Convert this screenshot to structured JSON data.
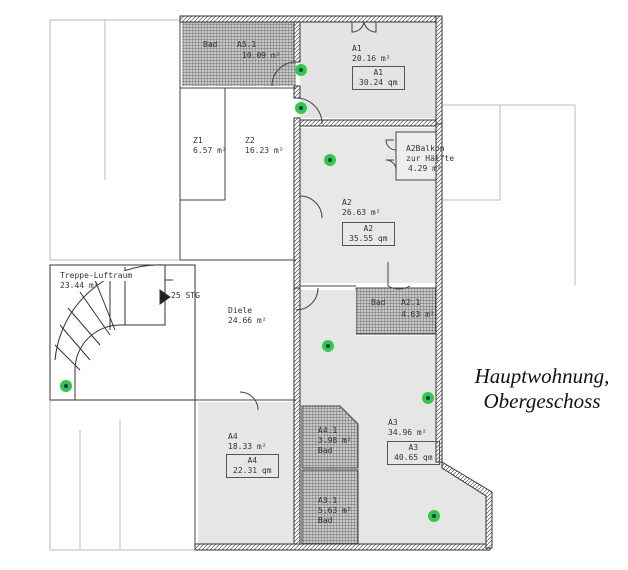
{
  "caption": {
    "line1": "Hauptwohnung,",
    "line2": "Obergeschoss"
  },
  "rooms": {
    "a51": {
      "type": "Bad",
      "name": "A5.1",
      "area": "10.09 m²"
    },
    "a1": {
      "name": "A1",
      "area": "20.16 m²",
      "box_name": "A1",
      "box_area": "30.24 qm"
    },
    "z1": {
      "name": "Z1",
      "area": "6.57 m²"
    },
    "z2": {
      "name": "Z2",
      "area": "16.23 m²"
    },
    "balkon": {
      "line1": "A2Balkon",
      "line2": "zur Hälfte",
      "area": "4.29 m²"
    },
    "a2": {
      "name": "A2",
      "area": "26.63 m²",
      "box_name": "A2",
      "box_area": "35.55 qm"
    },
    "a21": {
      "type": "Bad",
      "name": "A2.1",
      "area": "4.63 m²"
    },
    "stair": {
      "name": "Treppe-Luftraum",
      "area": "23.44 m²",
      "steps": "25 STG"
    },
    "diele": {
      "name": "Diele",
      "area": "24.66 m²"
    },
    "a3": {
      "name": "A3",
      "area": "34.96 m²",
      "box_name": "A3",
      "box_area": "40.65 qm"
    },
    "a41": {
      "name": "A4.1",
      "area": "3.98 m²",
      "type": "Bad"
    },
    "a31": {
      "name": "A3.1",
      "area": "5.63 m²",
      "type": "Bad"
    },
    "a4": {
      "name": "A4",
      "area": "18.33 m²",
      "box_name": "A4",
      "box_area": "22.31 qm"
    }
  },
  "colors": {
    "marker": "#2ecc40",
    "room_fill": "#e4e4e4",
    "bath_fill": "#9a9a9a"
  }
}
